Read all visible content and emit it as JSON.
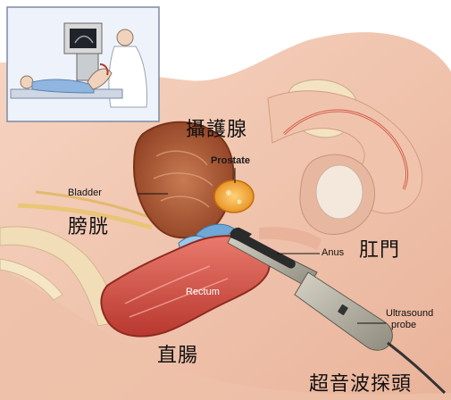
{
  "labels": {
    "prostate_en": "Prostate",
    "bladder_en": "Bladder",
    "anus_en": "Anus",
    "rectum_en": "Rectum",
    "ultrasound_probe_en_line1": "Ultrasound",
    "ultrasound_probe_en_line2": "probe",
    "prostate_zh": "攝護腺",
    "bladder_zh": "膀胱",
    "anus_zh": "肛門",
    "rectum_zh": "直腸",
    "probe_zh": "超音波探頭"
  },
  "colors": {
    "skin": "#f3c9b3",
    "skin_dark": "#e6a88e",
    "inset_bg": "#eef3fb",
    "rectum": "#d9574d",
    "bladder": "#b9653e",
    "prostate": "#f0a02a",
    "probe_tip": "#222222",
    "probe_body": "#b7b4a6"
  }
}
